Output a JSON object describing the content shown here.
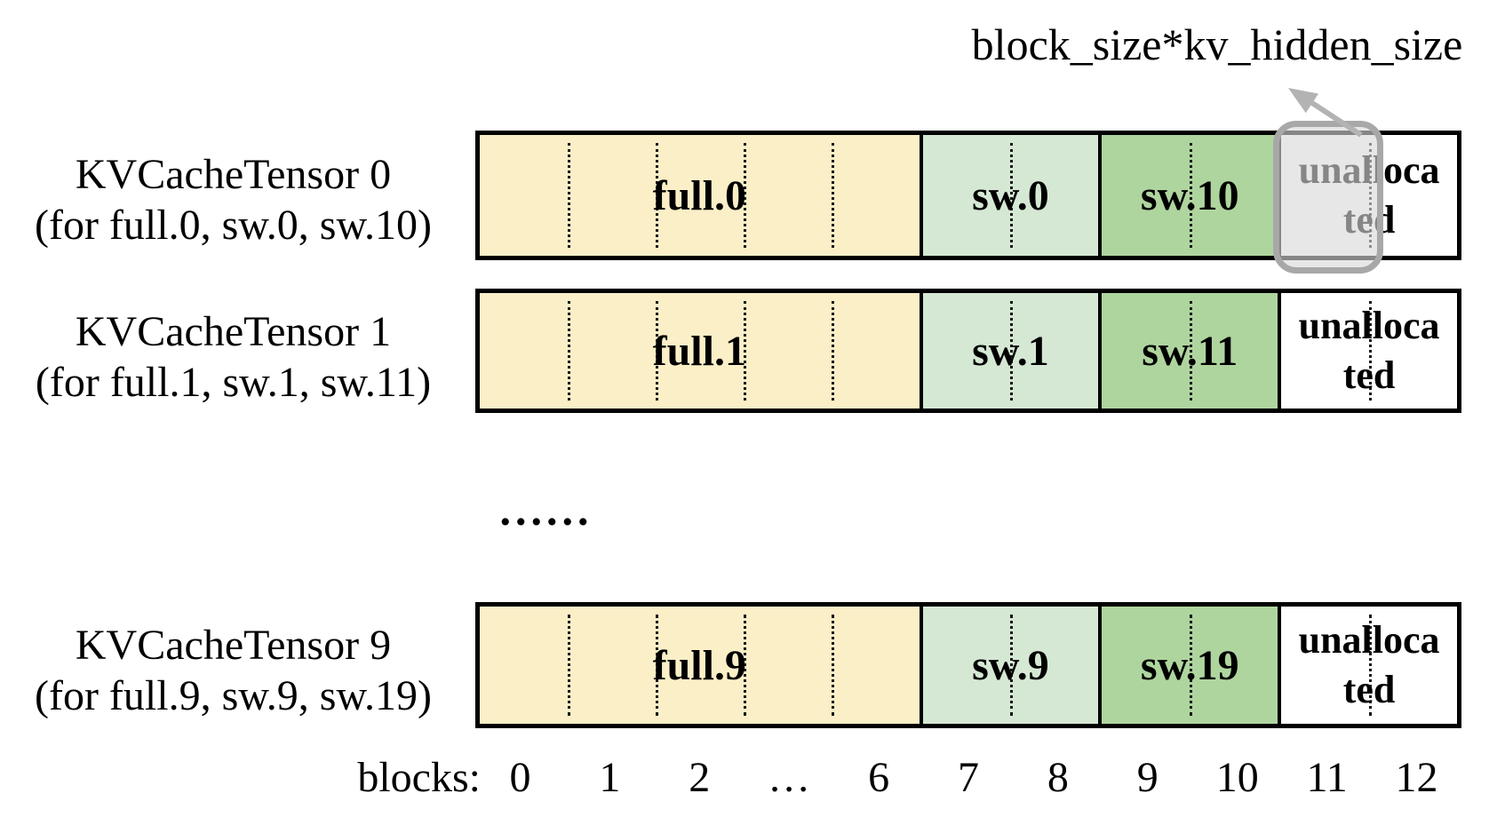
{
  "annotation": {
    "label": "block_size*kv_hidden_size"
  },
  "tensors": [
    {
      "title": "KVCacheTensor 0",
      "subtitle": "(for full.0, sw.0, sw.10)",
      "full_label": "full.0",
      "sw_low_label": "sw.0",
      "sw_high_label": "sw.10",
      "unallocated_line1": "unalloca",
      "unallocated_line2": "ted",
      "highlighted": true
    },
    {
      "title": "KVCacheTensor 1",
      "subtitle": "(for full.1, sw.1, sw.11)",
      "full_label": "full.1",
      "sw_low_label": "sw.1",
      "sw_high_label": "sw.11",
      "unallocated_line1": "unalloca",
      "unallocated_line2": "ted",
      "highlighted": false
    },
    {
      "title": "KVCacheTensor 9",
      "subtitle": "(for full.9, sw.9, sw.19)",
      "full_label": "full.9",
      "sw_low_label": "sw.9",
      "sw_high_label": "sw.19",
      "unallocated_line1": "unalloca",
      "unallocated_line2": "ted",
      "highlighted": false
    }
  ],
  "ellipsis": "......",
  "axis": {
    "label": "blocks:",
    "ticks": [
      "0",
      "1",
      "2",
      "…",
      "6",
      "7",
      "8",
      "9",
      "10",
      "11",
      "12"
    ]
  },
  "colors": {
    "full_segment": "#FBEFC7",
    "sw_low_segment": "#D5E8D4",
    "sw_high_segment": "#AFD59F",
    "unallocated_segment": "#FFFFFF",
    "highlight_fill": "rgba(217,217,217,0.62)",
    "highlight_border": "#A8A8A8",
    "arrow": "#B3B3B3",
    "border": "#000000"
  }
}
